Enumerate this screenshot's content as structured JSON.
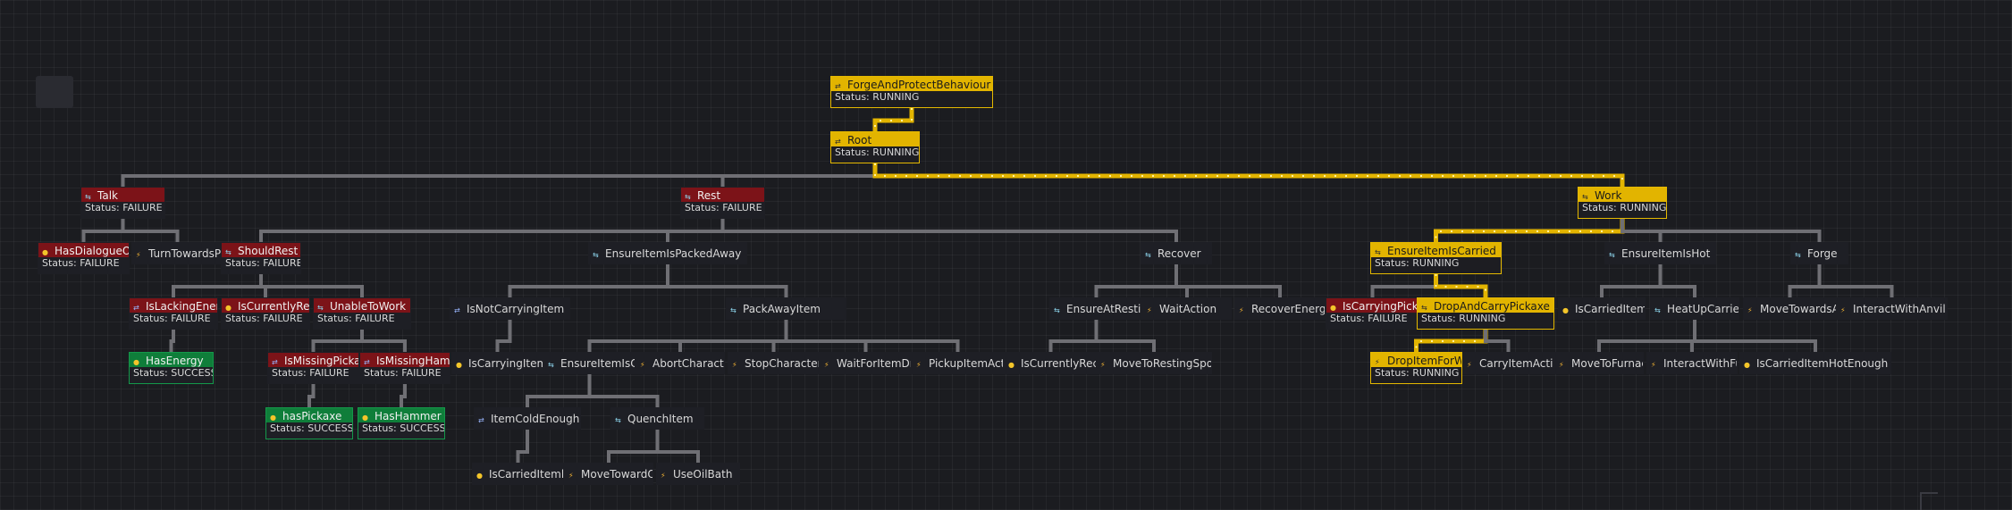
{
  "tree": {
    "nodes": [
      {
        "id": "forge",
        "label": "ForgeAndProtectBehaviour",
        "status": "Status: RUNNING",
        "state": "running",
        "icon": "decorator"
      },
      {
        "id": "root",
        "label": "Root",
        "status": "Status: RUNNING",
        "state": "running",
        "icon": "decorator"
      },
      {
        "id": "talk",
        "label": "Talk",
        "status": "Status: FAILURE",
        "state": "failure",
        "icon": "composite"
      },
      {
        "id": "rest",
        "label": "Rest",
        "status": "Status: FAILURE",
        "state": "failure",
        "icon": "composite"
      },
      {
        "id": "work",
        "label": "Work",
        "status": "Status: RUNNING",
        "state": "running",
        "icon": "composite"
      },
      {
        "id": "hasdlg",
        "label": "HasDialogueOp",
        "status": "Status: FAILURE",
        "state": "failure",
        "icon": "condition"
      },
      {
        "id": "turnto",
        "label": "TurnTowardsPl",
        "status": "",
        "state": "idle",
        "icon": "action"
      },
      {
        "id": "shouldrest",
        "label": "ShouldRest",
        "status": "Status: FAILURE",
        "state": "failure",
        "icon": "composite"
      },
      {
        "id": "ensurepacked",
        "label": "EnsureItemIsPackedAway",
        "status": "",
        "state": "idle",
        "icon": "composite"
      },
      {
        "id": "recover",
        "label": "Recover",
        "status": "",
        "state": "idle",
        "icon": "composite"
      },
      {
        "id": "ensurecarried",
        "label": "EnsureItemIsCarried",
        "status": "Status: RUNNING",
        "state": "running",
        "icon": "composite"
      },
      {
        "id": "ensurehot",
        "label": "EnsureItemIsHot",
        "status": "",
        "state": "idle",
        "icon": "composite"
      },
      {
        "id": "forgenode",
        "label": "Forge",
        "status": "",
        "state": "idle",
        "icon": "composite"
      },
      {
        "id": "islacking",
        "label": "IsLackingEner",
        "status": "Status: FAILURE",
        "state": "failure",
        "icon": "decorator"
      },
      {
        "id": "iscurrently",
        "label": "IsCurrentlyRec",
        "status": "Status: FAILURE",
        "state": "failure",
        "icon": "condition"
      },
      {
        "id": "unable",
        "label": "UnableToWork",
        "status": "Status: FAILURE",
        "state": "failure",
        "icon": "composite"
      },
      {
        "id": "isnotcarrying",
        "label": "IsNotCarryingItem",
        "status": "",
        "state": "idle",
        "icon": "decorator"
      },
      {
        "id": "packaway",
        "label": "PackAwayItem",
        "status": "",
        "state": "idle",
        "icon": "composite"
      },
      {
        "id": "ensureatrest",
        "label": "EnsureAtResti",
        "status": "",
        "state": "idle",
        "icon": "composite"
      },
      {
        "id": "waitaction",
        "label": "WaitAction",
        "status": "",
        "state": "idle",
        "icon": "action"
      },
      {
        "id": "recoverenergy",
        "label": "RecoverEnergy",
        "status": "",
        "state": "idle",
        "icon": "action"
      },
      {
        "id": "iscarryingpick",
        "label": "IsCarryingPick",
        "status": "Status: FAILURE",
        "state": "failure",
        "icon": "condition"
      },
      {
        "id": "dropandcarry",
        "label": "DropAndCarryPickaxe",
        "status": "Status: RUNNING",
        "state": "running",
        "icon": "composite"
      },
      {
        "id": "iscarrieditem",
        "label": "IsCarriedItem",
        "status": "",
        "state": "idle",
        "icon": "condition"
      },
      {
        "id": "heatupcarried",
        "label": "HeatUpCarried",
        "status": "",
        "state": "idle",
        "icon": "composite"
      },
      {
        "id": "movetowardsa",
        "label": "MoveTowardsA",
        "status": "",
        "state": "idle",
        "icon": "action"
      },
      {
        "id": "interactanvil",
        "label": "InteractWithAnvil",
        "status": "",
        "state": "idle",
        "icon": "action"
      },
      {
        "id": "hasenergy",
        "label": "HasEnergy",
        "status": "Status: SUCCESS",
        "state": "success",
        "icon": "condition"
      },
      {
        "id": "ismissingpick",
        "label": "IsMissingPicka",
        "status": "Status: FAILURE",
        "state": "failure",
        "icon": "decorator"
      },
      {
        "id": "ismissingham",
        "label": "IsMissingHam",
        "status": "Status: FAILURE",
        "state": "failure",
        "icon": "decorator"
      },
      {
        "id": "iscarryingitem",
        "label": "IsCarryingItem",
        "status": "",
        "state": "idle",
        "icon": "condition"
      },
      {
        "id": "ensureitemisc",
        "label": "EnsureItemIsC",
        "status": "",
        "state": "idle",
        "icon": "composite"
      },
      {
        "id": "abortchar",
        "label": "AbortCharacte",
        "status": "",
        "state": "idle",
        "icon": "action"
      },
      {
        "id": "stopchar",
        "label": "StopCharacterI",
        "status": "",
        "state": "idle",
        "icon": "action"
      },
      {
        "id": "waitforitem",
        "label": "WaitForItemDr",
        "status": "",
        "state": "idle",
        "icon": "action"
      },
      {
        "id": "pickupitem",
        "label": "PickupItemAct",
        "status": "",
        "state": "idle",
        "icon": "action"
      },
      {
        "id": "iscurrentlyrec2",
        "label": "IsCurrentlyRec",
        "status": "",
        "state": "idle",
        "icon": "condition"
      },
      {
        "id": "movetorest",
        "label": "MoveToRestingSpot",
        "status": "",
        "state": "idle",
        "icon": "action"
      },
      {
        "id": "dropitemfor",
        "label": "DropItemForW",
        "status": "Status: RUNNING",
        "state": "running",
        "icon": "action"
      },
      {
        "id": "carryitemact",
        "label": "CarryItemActic",
        "status": "",
        "state": "idle",
        "icon": "action"
      },
      {
        "id": "movetofurnace",
        "label": "MoveToFurnac",
        "status": "",
        "state": "idle",
        "icon": "action"
      },
      {
        "id": "interactwithf",
        "label": "InteractWithFu",
        "status": "",
        "state": "idle",
        "icon": "action"
      },
      {
        "id": "iscarriedhot",
        "label": "IsCarriedItemHotEnough",
        "status": "",
        "state": "idle",
        "icon": "condition"
      },
      {
        "id": "haspickaxe",
        "label": "hasPickaxe",
        "status": "Status: SUCCESS",
        "state": "success",
        "icon": "condition"
      },
      {
        "id": "hashammer",
        "label": "HasHammer",
        "status": "Status: SUCCESS",
        "state": "success",
        "icon": "condition"
      },
      {
        "id": "itemcold",
        "label": "ItemColdEnough",
        "status": "",
        "state": "idle",
        "icon": "decorator"
      },
      {
        "id": "quench",
        "label": "QuenchItem",
        "status": "",
        "state": "idle",
        "icon": "composite"
      },
      {
        "id": "iscarrieditem2",
        "label": "IsCarriedIteml",
        "status": "",
        "state": "idle",
        "icon": "condition"
      },
      {
        "id": "movetowardoil",
        "label": "MoveTowardOi",
        "status": "",
        "state": "idle",
        "icon": "action"
      },
      {
        "id": "useoilbath",
        "label": "UseOilBath",
        "status": "",
        "state": "idle",
        "icon": "action"
      }
    ],
    "edges": [
      {
        "from": "forge",
        "to": "root",
        "active": true
      },
      {
        "from": "root",
        "to": "talk",
        "active": false
      },
      {
        "from": "root",
        "to": "rest",
        "active": false
      },
      {
        "from": "root",
        "to": "work",
        "active": true
      },
      {
        "from": "talk",
        "to": "hasdlg",
        "active": false
      },
      {
        "from": "talk",
        "to": "turnto",
        "active": false
      },
      {
        "from": "rest",
        "to": "shouldrest",
        "active": false
      },
      {
        "from": "rest",
        "to": "ensurepacked",
        "active": false
      },
      {
        "from": "rest",
        "to": "recover",
        "active": false
      },
      {
        "from": "work",
        "to": "ensurecarried",
        "active": true
      },
      {
        "from": "work",
        "to": "ensurehot",
        "active": false
      },
      {
        "from": "work",
        "to": "forgenode",
        "active": false
      },
      {
        "from": "shouldrest",
        "to": "islacking",
        "active": false
      },
      {
        "from": "shouldrest",
        "to": "iscurrently",
        "active": false
      },
      {
        "from": "shouldrest",
        "to": "unable",
        "active": false
      },
      {
        "from": "islacking",
        "to": "hasenergy",
        "active": false
      },
      {
        "from": "unable",
        "to": "ismissingpick",
        "active": false
      },
      {
        "from": "unable",
        "to": "ismissingham",
        "active": false
      },
      {
        "from": "ismissingpick",
        "to": "haspickaxe",
        "active": false
      },
      {
        "from": "ismissingham",
        "to": "hashammer",
        "active": false
      },
      {
        "from": "ensurepacked",
        "to": "isnotcarrying",
        "active": false
      },
      {
        "from": "ensurepacked",
        "to": "packaway",
        "active": false
      },
      {
        "from": "isnotcarrying",
        "to": "iscarryingitem",
        "active": false
      },
      {
        "from": "packaway",
        "to": "ensureitemisc",
        "active": false
      },
      {
        "from": "packaway",
        "to": "abortchar",
        "active": false
      },
      {
        "from": "packaway",
        "to": "stopchar",
        "active": false
      },
      {
        "from": "packaway",
        "to": "waitforitem",
        "active": false
      },
      {
        "from": "packaway",
        "to": "pickupitem",
        "active": false
      },
      {
        "from": "ensureitemisc",
        "to": "itemcold",
        "active": false
      },
      {
        "from": "ensureitemisc",
        "to": "quench",
        "active": false
      },
      {
        "from": "itemcold",
        "to": "iscarrieditem2",
        "active": false
      },
      {
        "from": "quench",
        "to": "movetowardoil",
        "active": false
      },
      {
        "from": "quench",
        "to": "useoilbath",
        "active": false
      },
      {
        "from": "recover",
        "to": "ensureatrest",
        "active": false
      },
      {
        "from": "recover",
        "to": "waitaction",
        "active": false
      },
      {
        "from": "recover",
        "to": "recoverenergy",
        "active": false
      },
      {
        "from": "ensureatrest",
        "to": "iscurrentlyrec2",
        "active": false
      },
      {
        "from": "ensureatrest",
        "to": "movetorest",
        "active": false
      },
      {
        "from": "ensurecarried",
        "to": "iscarryingpick",
        "active": false
      },
      {
        "from": "ensurecarried",
        "to": "dropandcarry",
        "active": true
      },
      {
        "from": "dropandcarry",
        "to": "dropitemfor",
        "active": true
      },
      {
        "from": "dropandcarry",
        "to": "carryitemact",
        "active": false
      },
      {
        "from": "ensurehot",
        "to": "iscarrieditem",
        "active": false
      },
      {
        "from": "ensurehot",
        "to": "heatupcarried",
        "active": false
      },
      {
        "from": "heatupcarried",
        "to": "movetofurnace",
        "active": false
      },
      {
        "from": "heatupcarried",
        "to": "interactwithf",
        "active": false
      },
      {
        "from": "heatupcarried",
        "to": "iscarriedhot",
        "active": false
      },
      {
        "from": "forgenode",
        "to": "movetowardsa",
        "active": false
      },
      {
        "from": "forgenode",
        "to": "interactanvil",
        "active": false
      }
    ]
  },
  "colors": {
    "running": "#e2b400",
    "failure": "#7c1318",
    "success": "#0f7e3a",
    "edge_idle": "#6f6f74",
    "edge_active": "#e2b400"
  }
}
